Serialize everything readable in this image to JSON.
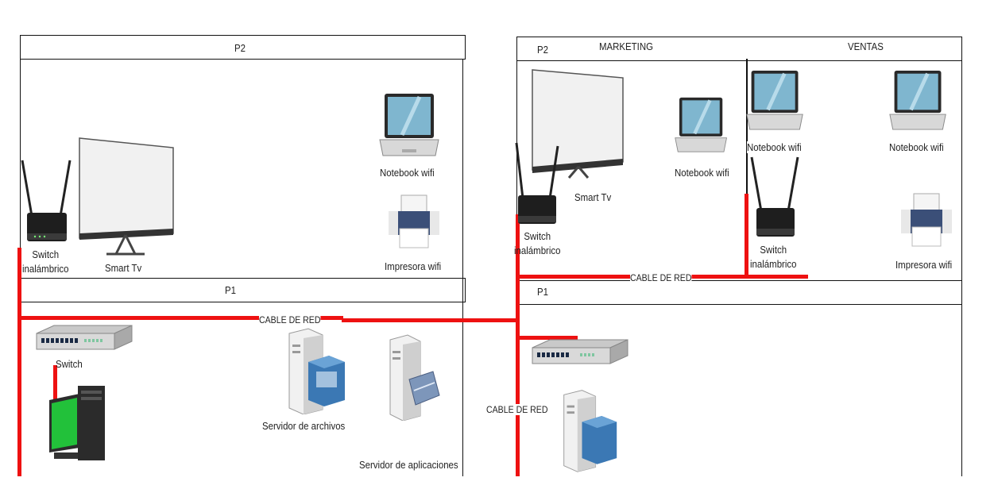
{
  "left_building": {
    "floor2": {
      "label": "P2",
      "devices": {
        "router": "Switch\ninalámbrico",
        "tv": "Smart Tv",
        "notebook": "Notebook wifi",
        "printer": "Impresora wifi"
      }
    },
    "floor1": {
      "label": "P1",
      "cable": "CABLE DE RED",
      "devices": {
        "switch": "Switch",
        "file_server": "Servidor de archivos",
        "app_server": "Servidor de aplicaciones"
      }
    }
  },
  "right_building": {
    "floor2": {
      "label": "P2",
      "section_marketing": "MARKETING",
      "section_ventas": "VENTAS",
      "cable": "CABLE DE RED",
      "devices": {
        "router_marketing": "Switch\ninalámbrico",
        "tv": "Smart Tv",
        "notebook_marketing": "Notebook wifi",
        "notebook_ventas_1": "Notebook wifi",
        "notebook_ventas_2": "Notebook wifi",
        "router_ventas": "Switch\ninalámbrico",
        "printer": "Impresora wifi"
      }
    },
    "floor1": {
      "label": "P1",
      "cable": "CABLE DE RED"
    }
  },
  "colors": {
    "cable": "#ee1111",
    "border": "#111111"
  }
}
